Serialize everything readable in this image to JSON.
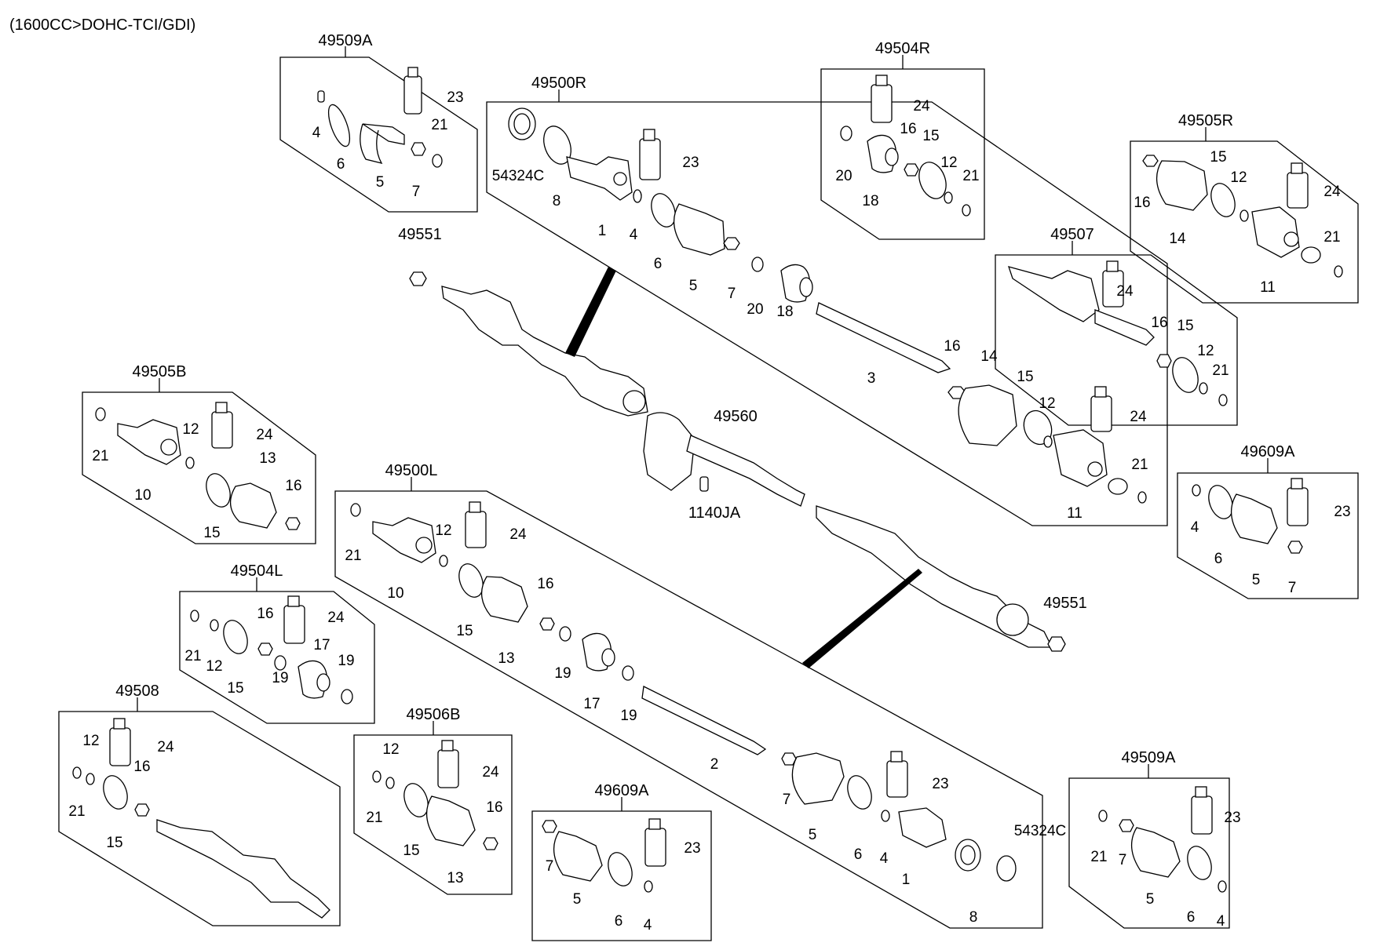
{
  "header": {
    "engine": "(1600CC>DOHC-TCI/GDI)"
  },
  "groups": [
    {
      "id": "g1",
      "title": "49509A"
    },
    {
      "id": "g2",
      "title": "49500R"
    },
    {
      "id": "g3",
      "title": "49504R"
    },
    {
      "id": "g4",
      "title": "49505R"
    },
    {
      "id": "g5",
      "title": "49507"
    },
    {
      "id": "g6",
      "title": "49505B"
    },
    {
      "id": "g7",
      "title": "49500L"
    },
    {
      "id": "g8",
      "title": "49609A"
    },
    {
      "id": "g9",
      "title": "49504L"
    },
    {
      "id": "g10",
      "title": "49508"
    },
    {
      "id": "g11",
      "title": "49506B"
    },
    {
      "id": "g12",
      "title": "49609A"
    },
    {
      "id": "g13",
      "title": "49509A"
    }
  ],
  "callouts": [
    {
      "id": "c1",
      "text": "4"
    },
    {
      "id": "c2",
      "text": "6"
    },
    {
      "id": "c3",
      "text": "5"
    },
    {
      "id": "c4",
      "text": "7"
    },
    {
      "id": "c5",
      "text": "21"
    },
    {
      "id": "c6",
      "text": "23"
    },
    {
      "id": "c7",
      "text": "54324C"
    },
    {
      "id": "c8",
      "text": "8"
    },
    {
      "id": "c9",
      "text": "1"
    },
    {
      "id": "c10",
      "text": "23"
    },
    {
      "id": "c11",
      "text": "4"
    },
    {
      "id": "c12",
      "text": "6"
    },
    {
      "id": "c13",
      "text": "5"
    },
    {
      "id": "c14",
      "text": "7"
    },
    {
      "id": "c15",
      "text": "20"
    },
    {
      "id": "c16",
      "text": "18"
    },
    {
      "id": "c17",
      "text": "3"
    },
    {
      "id": "c18",
      "text": "16"
    },
    {
      "id": "c19",
      "text": "14"
    },
    {
      "id": "c20",
      "text": "15"
    },
    {
      "id": "c21",
      "text": "12"
    },
    {
      "id": "c22",
      "text": "24"
    },
    {
      "id": "c23",
      "text": "21"
    },
    {
      "id": "c24",
      "text": "11"
    },
    {
      "id": "c25",
      "text": "24"
    },
    {
      "id": "c26",
      "text": "16"
    },
    {
      "id": "c27",
      "text": "15"
    },
    {
      "id": "c28",
      "text": "20"
    },
    {
      "id": "c29",
      "text": "18"
    },
    {
      "id": "c30",
      "text": "12"
    },
    {
      "id": "c31",
      "text": "21"
    },
    {
      "id": "c32",
      "text": "15"
    },
    {
      "id": "c33",
      "text": "12"
    },
    {
      "id": "c34",
      "text": "24"
    },
    {
      "id": "c35",
      "text": "16"
    },
    {
      "id": "c36",
      "text": "14"
    },
    {
      "id": "c37",
      "text": "21"
    },
    {
      "id": "c38",
      "text": "11"
    },
    {
      "id": "c39",
      "text": "24"
    },
    {
      "id": "c40",
      "text": "16"
    },
    {
      "id": "c41",
      "text": "15"
    },
    {
      "id": "c42",
      "text": "12"
    },
    {
      "id": "c43",
      "text": "21"
    },
    {
      "id": "c44",
      "text": "21"
    },
    {
      "id": "c45",
      "text": "12"
    },
    {
      "id": "c46",
      "text": "24"
    },
    {
      "id": "c47",
      "text": "10"
    },
    {
      "id": "c48",
      "text": "13"
    },
    {
      "id": "c49",
      "text": "16"
    },
    {
      "id": "c50",
      "text": "15"
    },
    {
      "id": "c51",
      "text": "21"
    },
    {
      "id": "c52",
      "text": "12"
    },
    {
      "id": "c53",
      "text": "24"
    },
    {
      "id": "c54",
      "text": "10"
    },
    {
      "id": "c55",
      "text": "16"
    },
    {
      "id": "c56",
      "text": "15"
    },
    {
      "id": "c57",
      "text": "13"
    },
    {
      "id": "c58",
      "text": "19"
    },
    {
      "id": "c59",
      "text": "17"
    },
    {
      "id": "c60",
      "text": "19"
    },
    {
      "id": "c61",
      "text": "2"
    },
    {
      "id": "c62",
      "text": "7"
    },
    {
      "id": "c63",
      "text": "5"
    },
    {
      "id": "c64",
      "text": "23"
    },
    {
      "id": "c65",
      "text": "6"
    },
    {
      "id": "c66",
      "text": "4"
    },
    {
      "id": "c67",
      "text": "1"
    },
    {
      "id": "c68",
      "text": "54324C"
    },
    {
      "id": "c69",
      "text": "8"
    },
    {
      "id": "c70",
      "text": "4"
    },
    {
      "id": "c71",
      "text": "6"
    },
    {
      "id": "c72",
      "text": "5"
    },
    {
      "id": "c73",
      "text": "23"
    },
    {
      "id": "c74",
      "text": "7"
    },
    {
      "id": "c75",
      "text": "16"
    },
    {
      "id": "c76",
      "text": "24"
    },
    {
      "id": "c77",
      "text": "21"
    },
    {
      "id": "c78",
      "text": "12"
    },
    {
      "id": "c79",
      "text": "17"
    },
    {
      "id": "c80",
      "text": "19"
    },
    {
      "id": "c81",
      "text": "15"
    },
    {
      "id": "c82",
      "text": "19"
    },
    {
      "id": "c83",
      "text": "12"
    },
    {
      "id": "c84",
      "text": "24"
    },
    {
      "id": "c85",
      "text": "16"
    },
    {
      "id": "c86",
      "text": "21"
    },
    {
      "id": "c87",
      "text": "15"
    },
    {
      "id": "c88",
      "text": "12"
    },
    {
      "id": "c89",
      "text": "24"
    },
    {
      "id": "c90",
      "text": "21"
    },
    {
      "id": "c91",
      "text": "16"
    },
    {
      "id": "c92",
      "text": "15"
    },
    {
      "id": "c93",
      "text": "13"
    },
    {
      "id": "c94",
      "text": "7"
    },
    {
      "id": "c95",
      "text": "23"
    },
    {
      "id": "c96",
      "text": "5"
    },
    {
      "id": "c97",
      "text": "6"
    },
    {
      "id": "c98",
      "text": "4"
    },
    {
      "id": "c99",
      "text": "21"
    },
    {
      "id": "c100",
      "text": "7"
    },
    {
      "id": "c101",
      "text": "23"
    },
    {
      "id": "c102",
      "text": "5"
    },
    {
      "id": "c103",
      "text": "6"
    },
    {
      "id": "c104",
      "text": "4"
    }
  ],
  "main_parts": [
    {
      "id": "m1",
      "text": "49551"
    },
    {
      "id": "m2",
      "text": "49560"
    },
    {
      "id": "m3",
      "text": "1140JA"
    },
    {
      "id": "m4",
      "text": "49551"
    }
  ]
}
